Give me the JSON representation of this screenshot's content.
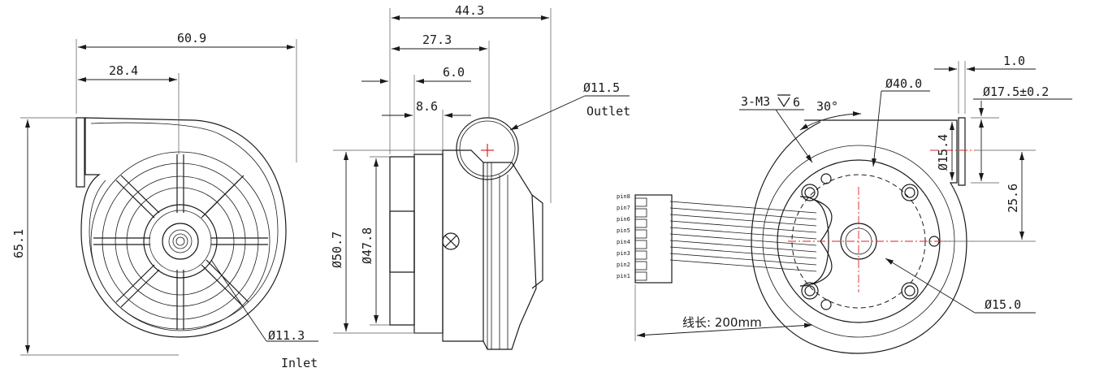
{
  "front_view": {
    "width": "60.9",
    "offset": "28.4",
    "height": "65.1",
    "inlet_diameter": "Ø11.3",
    "inlet_label": "Inlet"
  },
  "side_view": {
    "overall": "44.3",
    "d1": "27.3",
    "d2": "6.0",
    "d3": "8.6",
    "outlet_diameter": "Ø11.5",
    "outlet_label": "Outlet",
    "dia_outer": "Ø50.7",
    "dia_inner": "Ø47.8"
  },
  "rear_view": {
    "thread": "3-M3",
    "depth": "6",
    "angle": "30°",
    "bolt_circle": "Ø40.0",
    "wall": "1.0",
    "outlet_dia": "Ø17.5±0.2",
    "outlet_inner": "Ø15.4",
    "center_offset": "25.6",
    "hub": "Ø15.0",
    "wire_length": "线长: 200mm",
    "pins": [
      "pin8",
      "pin7",
      "pin6",
      "pin5",
      "pin4",
      "pin3",
      "pin2",
      "pin1"
    ]
  }
}
